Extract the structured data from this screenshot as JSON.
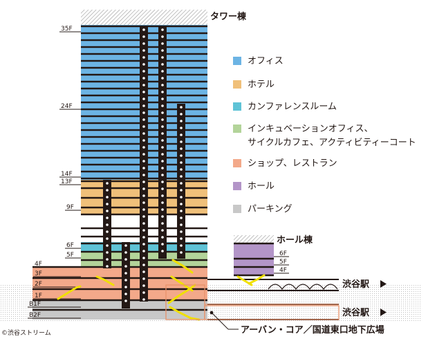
{
  "tower_title": "タワー棟",
  "hall_title": "ホール棟",
  "floor_labels": [
    "35F",
    "24F",
    "14F",
    "13F",
    "9F",
    "6F",
    "5F",
    "4F",
    "3F",
    "2F",
    "1F",
    "B1F",
    "B2F"
  ],
  "hall_floor_labels": [
    "6F",
    "5F",
    "4F"
  ],
  "legend": [
    {
      "label": "オフィス",
      "color": "#6cb4e4"
    },
    {
      "label": "ホテル",
      "color": "#f0c07a"
    },
    {
      "label": "カンファレンスルーム",
      "color": "#5fc3d6"
    },
    {
      "label": "インキュベーションオフィス、",
      "label2": "サイクルカフェ、アクティビティーコート",
      "color": "#b3d49a"
    },
    {
      "label": "ショップ、レストラン",
      "color": "#f3a98a"
    },
    {
      "label": "ホール",
      "color": "#b395c8"
    },
    {
      "label": "パーキング",
      "color": "#c8c8c8"
    }
  ],
  "stations": [
    "渋谷駅",
    "渋谷駅"
  ],
  "plaza_label": "アーバン・コア／国道東口地下広場",
  "credit": "©渋谷ストリーム",
  "colors": {
    "office": "#6cb4e4",
    "hotel": "#f0c07a",
    "conference": "#5fc3d6",
    "incubation": "#b3d49a",
    "shop": "#f3a98a",
    "hall": "#b395c8",
    "parking": "#c8c8c8",
    "core": "#231815",
    "escalator": "#f0e000",
    "plaza": "#e8926a"
  }
}
